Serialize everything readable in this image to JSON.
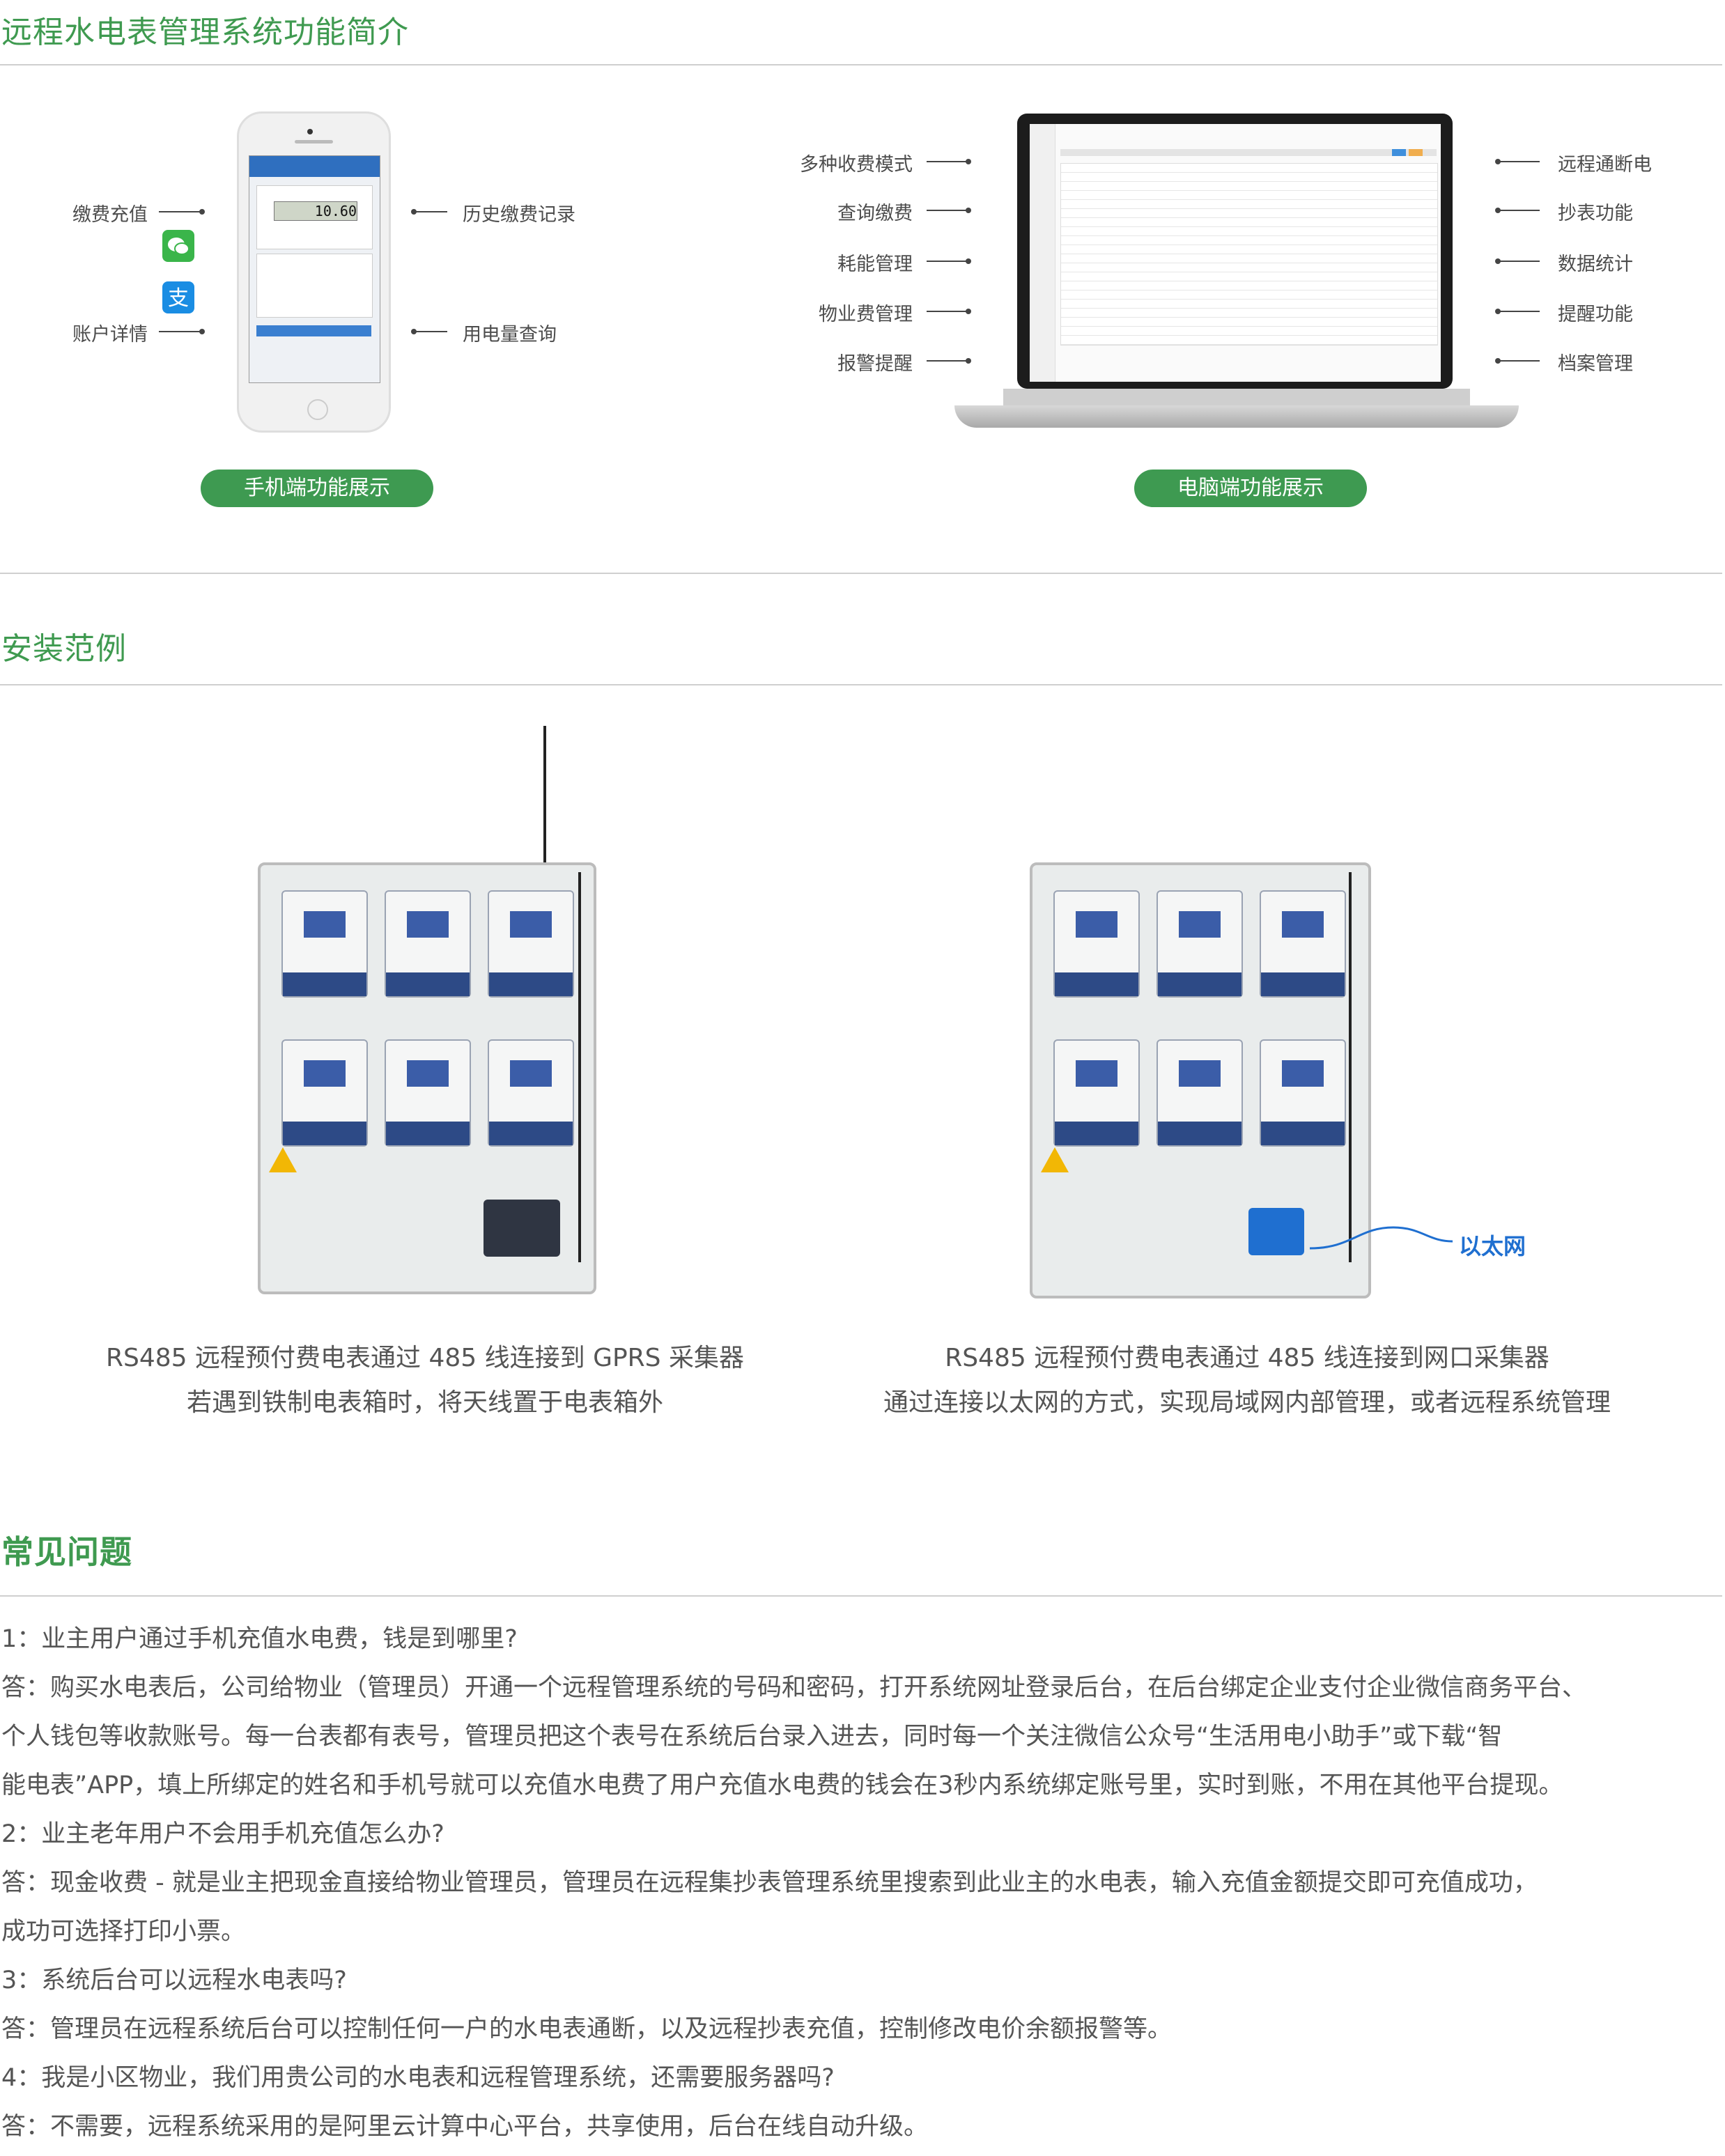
{
  "section1": {
    "title": "远程水电表管理系统功能简介",
    "phone_left": [
      "缴费充值",
      "账户详情"
    ],
    "phone_right": [
      "历史缴费记录",
      "用电量查询"
    ],
    "phone_pill": "手机端功能展示",
    "pc_left": [
      "多种收费模式",
      "查询缴费",
      "耗能管理",
      "物业费管理",
      "报警提醒"
    ],
    "pc_right": [
      "远程通断电",
      "抄表功能",
      "数据统计",
      "提醒功能",
      "档案管理"
    ],
    "pc_pill": "电脑端功能展示",
    "phone_screen_value": "10.60"
  },
  "section2": {
    "title": "安装范例",
    "ethernet_label": "以太网",
    "caption_left": [
      "RS485 远程预付费电表通过 485 线连接到 GPRS 采集器",
      "若遇到铁制电表箱时，将天线置于电表箱外"
    ],
    "caption_right": [
      "RS485 远程预付费电表通过 485 线连接到网口采集器",
      "通过连接以太网的方式，实现局域网内部管理，或者远程系统管理"
    ]
  },
  "section3": {
    "title": "常见问题",
    "lines": [
      "1：业主用户通过手机充值水电费，钱是到哪里?",
      "答：购买水电表后，公司给物业（管理员）开通一个远程管理系统的号码和密码，打开系统网址登录后台，在后台绑定企业支付企业微信商务平台、",
      "个人钱包等收款账号。每一台表都有表号，管理员把这个表号在系统后台录入进去，同时每一个关注微信公众号“生活用电小助手”或下载“智",
      "能电表”APP，填上所绑定的姓名和手机号就可以充值水电费了用户充值水电费的钱会在3秒内系统绑定账号里，实时到账，不用在其他平台提现。",
      "2：业主老年用户不会用手机充值怎么办?",
      "答：现金收费 - 就是业主把现金直接给物业管理员，管理员在远程集抄表管理系统里搜索到此业主的水电表，输入充值金额提交即可充值成功，",
      "成功可选择打印小票。",
      "3：系统后台可以远程水电表吗?",
      "答：管理员在远程系统后台可以控制任何一户的水电表通断，以及远程抄表充值，控制修改电价余额报警等。",
      "4：我是小区物业，我们用贵公司的水电表和远程管理系统，还需要服务器吗?",
      "答：不需要，远程系统采用的是阿里云计算中心平台，共享使用，后台在线自动升级。"
    ]
  }
}
